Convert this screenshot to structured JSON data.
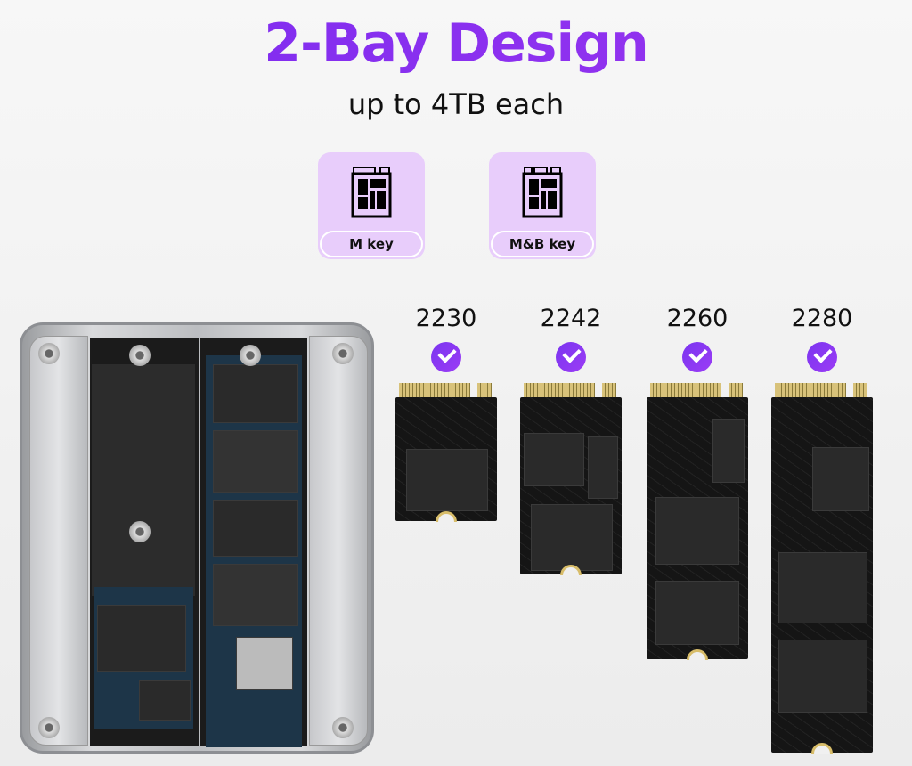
{
  "header": {
    "title": "2-Bay Design",
    "subtitle": "up to 4TB each"
  },
  "keys": [
    {
      "label": "M key",
      "icon": "m2-ssd-icon"
    },
    {
      "label": "M&B key",
      "icon": "m2-ssd-icon"
    }
  ],
  "sizes": [
    {
      "label": "2230"
    },
    {
      "label": "2242"
    },
    {
      "label": "2260"
    },
    {
      "label": "2280"
    }
  ],
  "colors": {
    "accent": "#8a2cf0",
    "key_bg": "#e8cdfb"
  }
}
